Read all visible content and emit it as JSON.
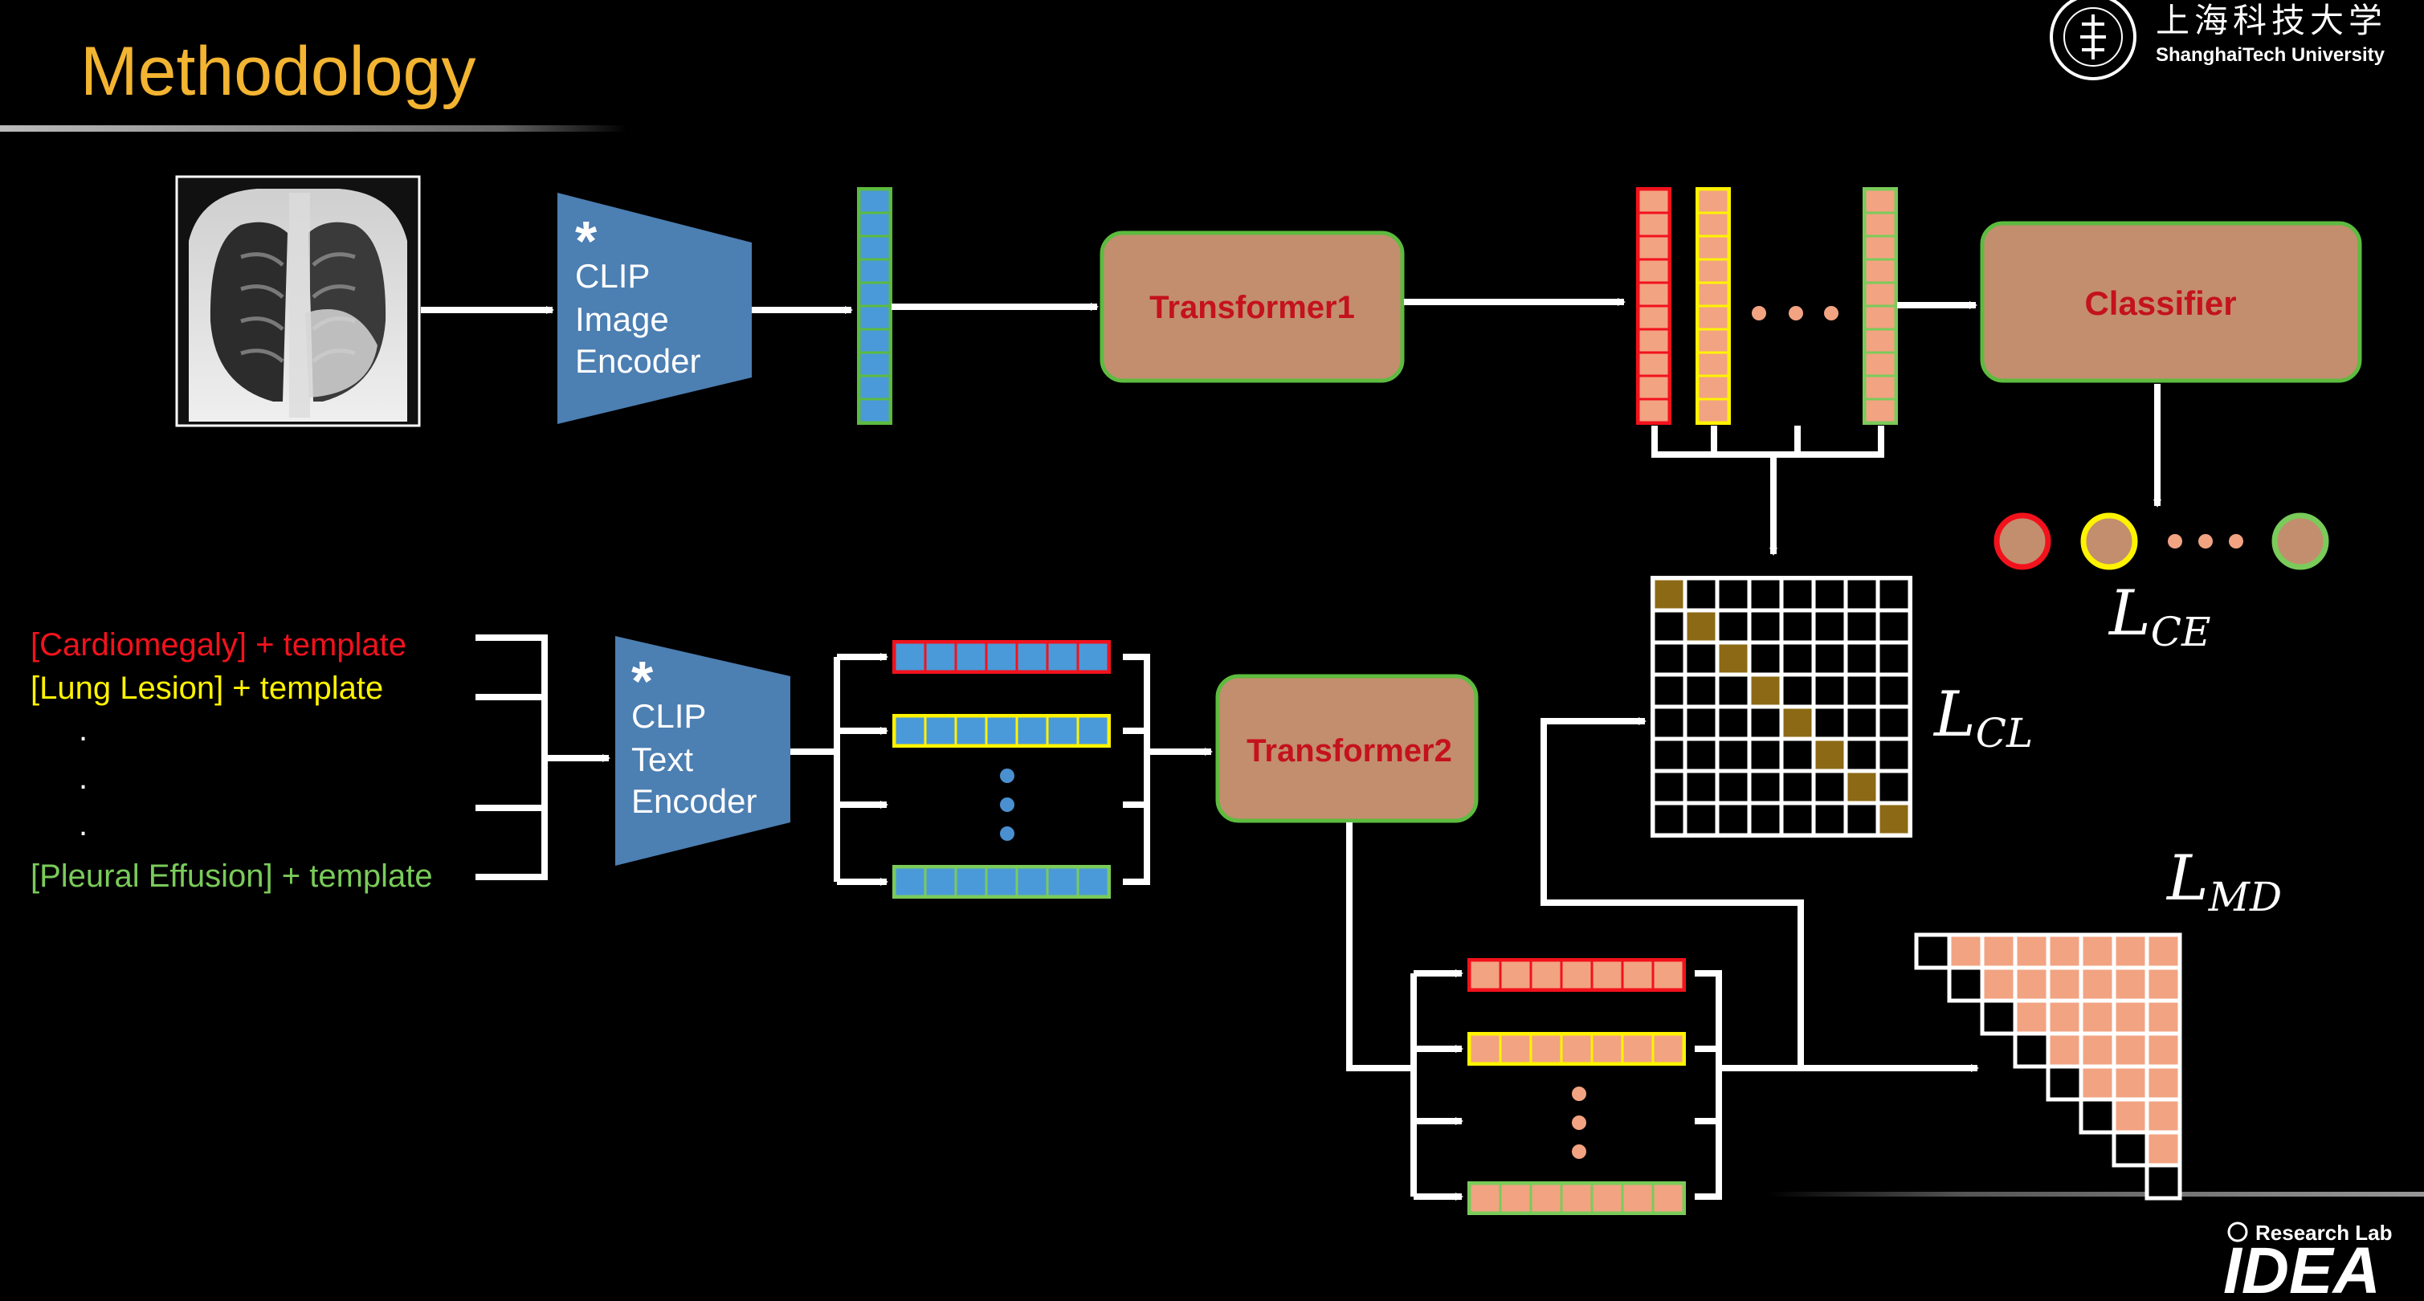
{
  "slide": {
    "title": "Methodology",
    "university": {
      "name_cn": "上海科技大学",
      "name_en": "ShanghaiTech University"
    },
    "lab": {
      "line1": "Research Lab",
      "line2": "IDEA"
    }
  },
  "colors": {
    "title": "#F3B431",
    "box_fill": "#C38E6E",
    "box_border": "#5DBB3F",
    "box_text": "#C4121E",
    "encoder_fill": "#4C7FB2",
    "token_blue": "#4A9AD9",
    "token_salmon": "#F2A382",
    "red": "#F2121C",
    "yellow": "#FFF300",
    "green": "#7ACB5A",
    "olive": "#8C6914",
    "dot_blue": "#4A90D0",
    "dot_salmon": "#F2A382"
  },
  "diagram": {
    "image_encoder": {
      "star": "*",
      "lines": [
        "CLIP",
        "Image",
        "Encoder"
      ]
    },
    "text_encoder": {
      "star": "*",
      "lines": [
        "CLIP",
        "Text",
        "Encoder"
      ]
    },
    "transformer1": "Transformer1",
    "transformer2": "Transformer2",
    "classifier": "Classifier",
    "prompts": [
      {
        "text": "[Cardiomegaly] + template",
        "color": "red"
      },
      {
        "text": "[Lung Lesion] + template",
        "color": "yellow"
      },
      {
        "text": "[Pleural Effusion] + template",
        "color": "green"
      }
    ],
    "prompt_ellipsis": ".",
    "losses": {
      "ce": {
        "main": "L",
        "sub": "CE"
      },
      "cl": {
        "main": "L",
        "sub": "CL"
      },
      "md": {
        "main": "L",
        "sub": "MD"
      }
    }
  }
}
